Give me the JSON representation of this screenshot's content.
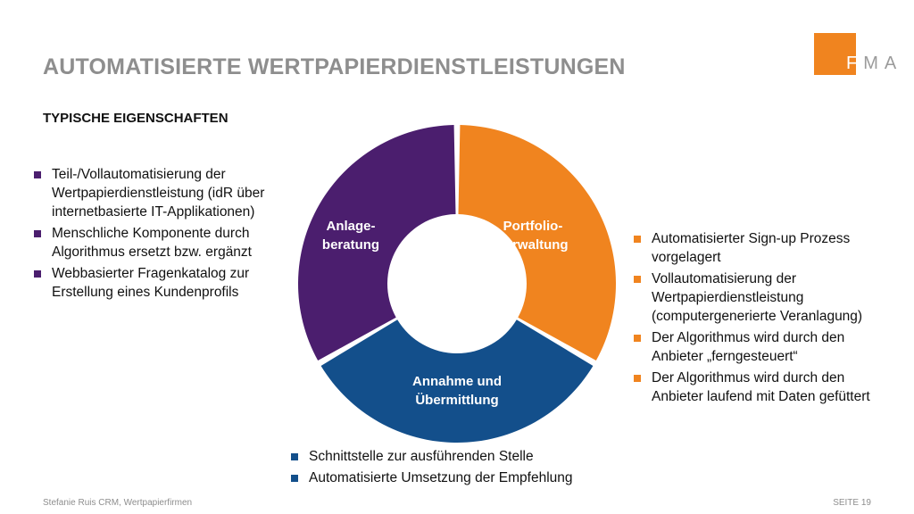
{
  "logo": {
    "letter_f": "F",
    "letters_ma": "MA",
    "color": "#f0841f"
  },
  "title": "AUTOMATISIERTE WERTPAPIERDIENSTLEISTUNGEN",
  "subtitle": "TYPISCHE EIGENSCHAFTEN",
  "diagram": {
    "segments": [
      {
        "name": "anlageberatung",
        "label_lines": [
          "Anlage-",
          "beratung"
        ],
        "color": "#4b1e6e"
      },
      {
        "name": "portfolioverwaltung",
        "label_lines": [
          "Portfolio-",
          "verwaltung"
        ],
        "color": "#f0841f"
      },
      {
        "name": "annahme-uebermittlung",
        "label_lines": [
          "Annahme und",
          "Übermittlung"
        ],
        "color": "#134f8b"
      }
    ]
  },
  "left_bullets": [
    "Teil-/Vollautomatisierung der Wertpapierdienstleistung (idR über internetbasierte IT-Applikationen)",
    "Menschliche Komponente durch Algorithmus ersetzt bzw. ergänzt",
    "Webbasierter Fragenkatalog zur Erstellung eines Kundenprofils"
  ],
  "right_bullets": [
    "Automatisierter Sign-up Prozess vorgelagert",
    "Vollautomatisierung der Wertpapierdienstleistung (computergenerierte Veranlagung)",
    "Der Algorithmus wird durch den Anbieter „ferngesteuert“",
    "Der Algorithmus wird durch den Anbieter laufend mit Daten gefüttert"
  ],
  "bottom_bullets": [
    "Schnittstelle zur ausführenden Stelle",
    "Automatisierte Umsetzung der Empfehlung"
  ],
  "footer": {
    "left": "Stefanie Ruis CRM, Wertpapierfirmen",
    "right": "SEITE 19"
  }
}
